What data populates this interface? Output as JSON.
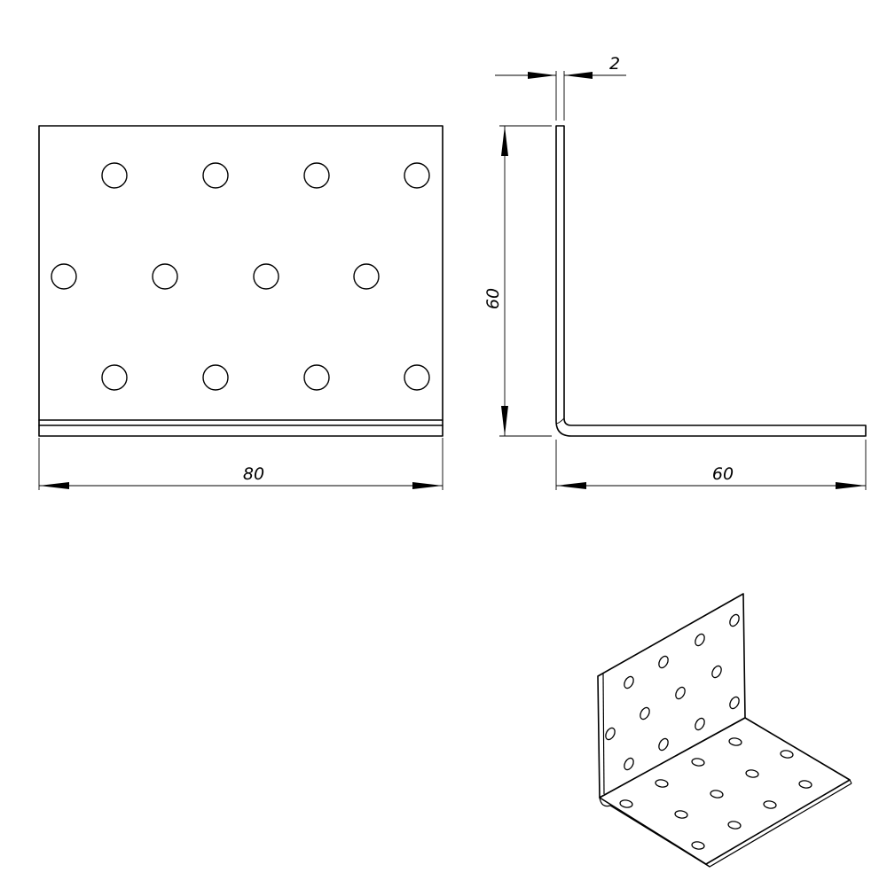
{
  "dimensions": {
    "width_front": "80",
    "height_side": "60",
    "length_side": "60",
    "thickness": "2"
  }
}
